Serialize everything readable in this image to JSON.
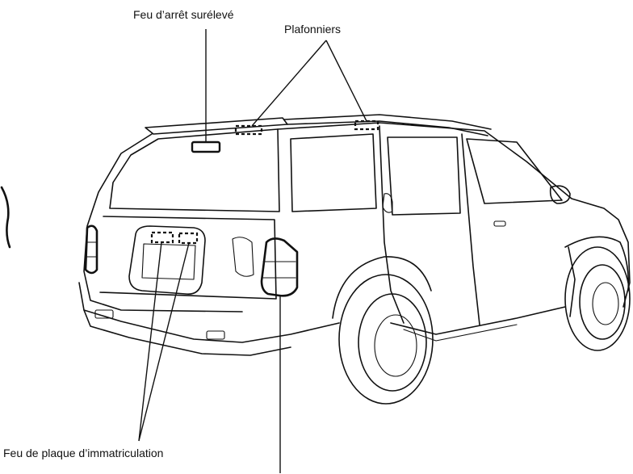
{
  "labels": {
    "high_stop_light": "Feu d’arrêt surélevé",
    "dome_lights": "Plafonniers",
    "license_plate_light": "Feu de plaque d’immatriculation"
  },
  "colors": {
    "ink": "#111111",
    "background": "#ffffff"
  }
}
